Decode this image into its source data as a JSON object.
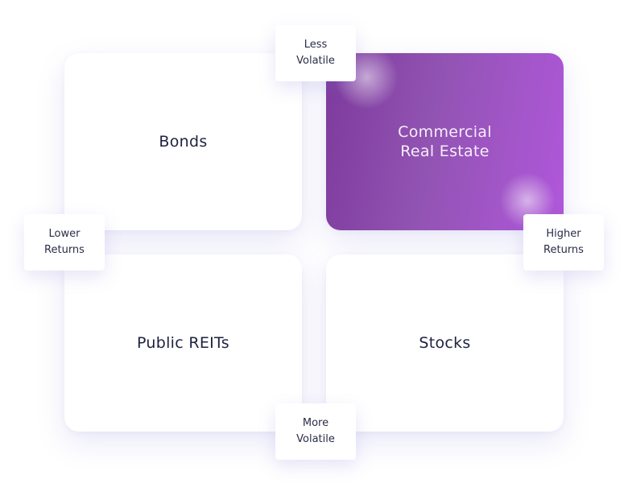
{
  "quadrants": {
    "top_left": "Bonds",
    "top_right": "Commercial\nReal Estate",
    "bottom_left": "Public REITs",
    "bottom_right": "Stocks"
  },
  "axis_labels": {
    "top": "Less\nVolatile",
    "bottom": "More\nVolatile",
    "left": "Lower\nReturns",
    "right": "Higher\nReturns"
  },
  "colors": {
    "highlight_gradient_start": "#7d3a9c",
    "highlight_gradient_end": "#b057da",
    "card_background": "#ffffff",
    "text": "#1f2240"
  }
}
